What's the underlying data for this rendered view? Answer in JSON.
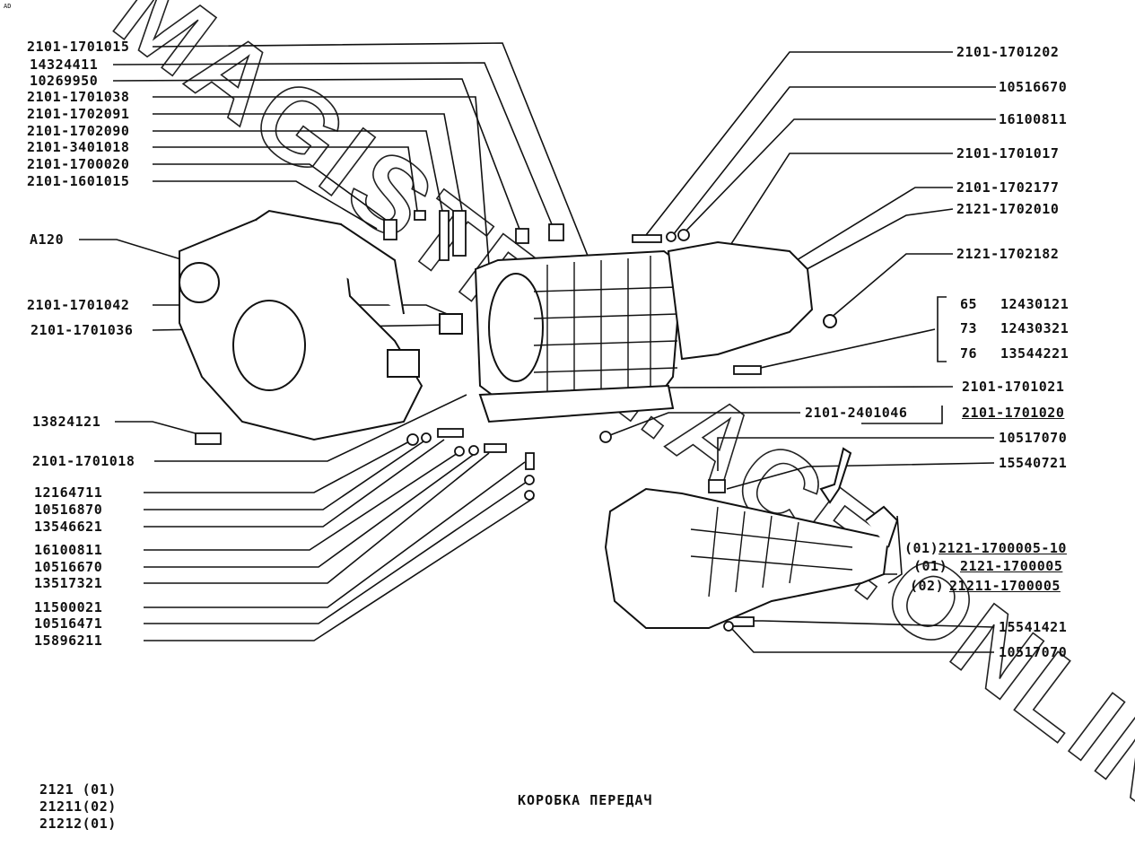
{
  "corner_mark": "AD",
  "watermark": "MAGISTRAL.ACE.ONLINE",
  "title": "КОРОБКА ПЕРЕДАЧ",
  "models": [
    "2121 (01)",
    "21211(02)",
    "21212(01)"
  ],
  "left_labels": [
    "2101-1701015",
    "14324411",
    "10269950",
    "2101-1701038",
    "2101-1702091",
    "2101-1702090",
    "2101-3401018",
    "2101-1700020",
    "2101-1601015",
    "A120",
    "2101-1701042",
    "2101-1701036",
    "13824121",
    "2101-1701018",
    "12164711",
    "10516870",
    "13546621",
    "16100811",
    "10516670",
    "13517321",
    "11500021",
    "10516471",
    "15896211"
  ],
  "right_labels": [
    "2101-1701202",
    "10516670",
    "16100811",
    "2101-1701017",
    "2101-1702177",
    "2121-1702010",
    "2121-1702182",
    "2101-1701021",
    "10517070",
    "15540721",
    "15541421",
    "10517070"
  ],
  "bolt_variants": [
    {
      "length": "65",
      "part": "12430121"
    },
    {
      "length": "73",
      "part": "12430321"
    },
    {
      "length": "76",
      "part": "13544221"
    }
  ],
  "gasket_group": {
    "inner": "2101-2401046",
    "outer": "2101-1701020"
  },
  "assembly_variants": [
    {
      "model": "(01)",
      "part": "2121-1700005-10"
    },
    {
      "model": "(01)",
      "part": "2121-1700005"
    },
    {
      "model": "(02)",
      "part": "21211-1700005"
    }
  ]
}
